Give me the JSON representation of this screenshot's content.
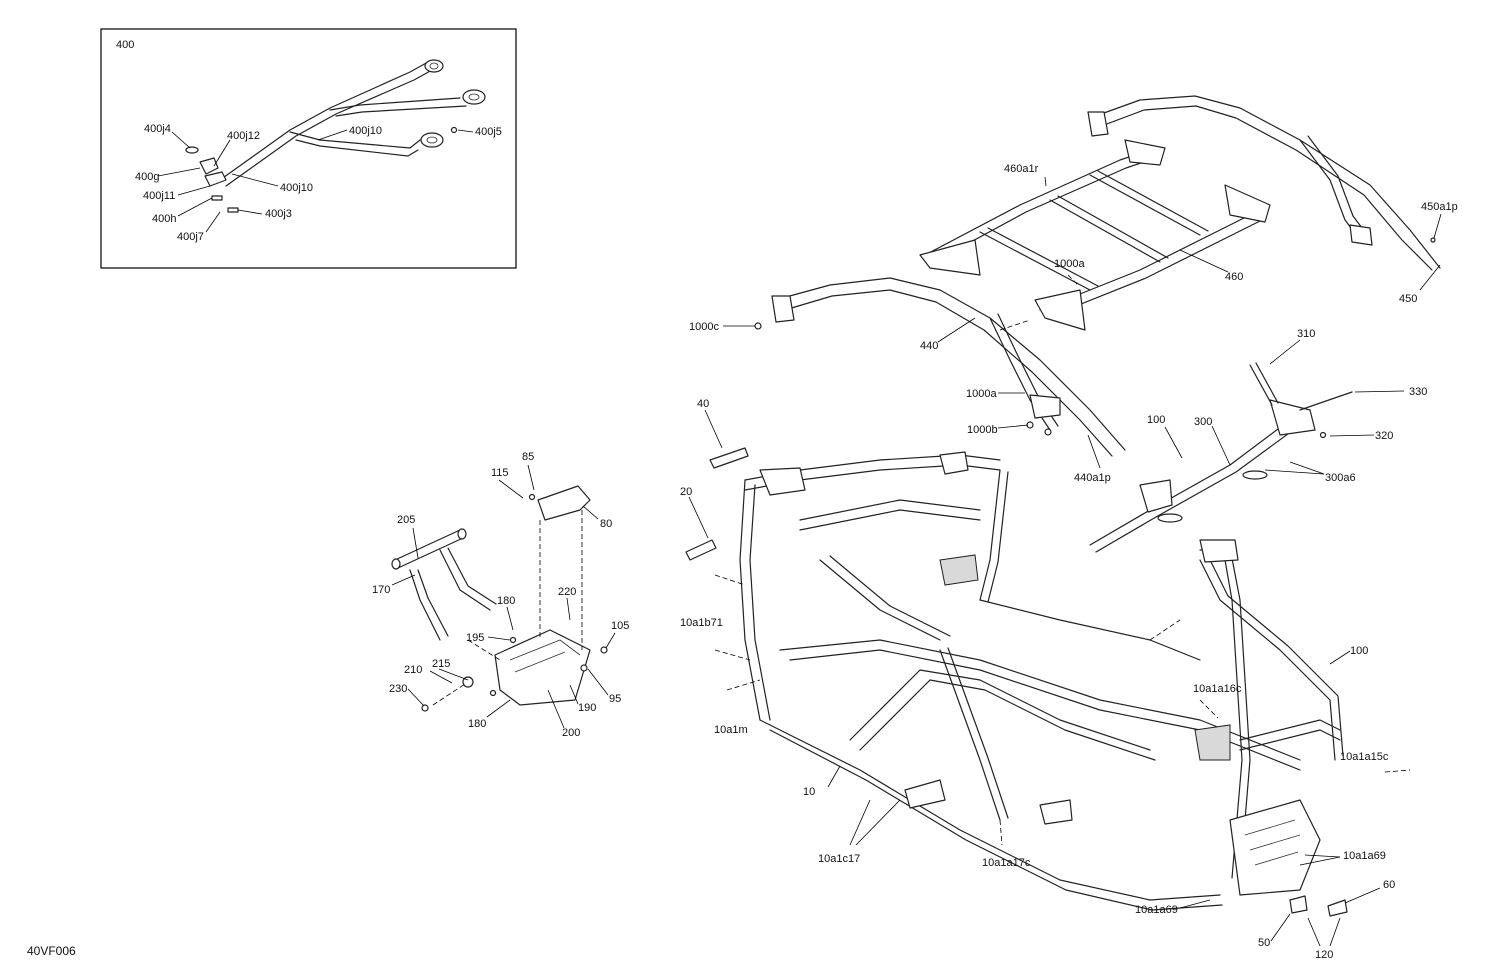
{
  "diagram_code": "40VF006",
  "inset": {
    "label": "400"
  },
  "callouts": {
    "c400j4": "400j4",
    "c400j12": "400j12",
    "c400j10a": "400j10",
    "c400j5": "400j5",
    "c400g": "400g",
    "c400j11": "400j11",
    "c400j10b": "400j10",
    "c400h": "400h",
    "c400j3": "400j3",
    "c400j7": "400j7",
    "c460a1r": "460a1r",
    "c450a1p": "450a1p",
    "c1000a_top": "1000a",
    "c460": "460",
    "c450": "450",
    "c1000c": "1000c",
    "c440": "440",
    "c1000a_mid": "1000a",
    "c1000b": "1000b",
    "c440a1p": "440a1p",
    "c310": "310",
    "c330": "330",
    "c100_top": "100",
    "c300": "300",
    "c320": "320",
    "c300a6": "300a6",
    "c40": "40",
    "c20": "20",
    "c85": "85",
    "c115": "115",
    "c80": "80",
    "c205": "205",
    "c170": "170",
    "c180_top": "180",
    "c220": "220",
    "c105": "105",
    "c195": "195",
    "c210": "210",
    "c215": "215",
    "c230": "230",
    "c95": "95",
    "c190": "190",
    "c180_bot": "180",
    "c200": "200",
    "c10a1b71": "10a1b71",
    "c10a1m": "10a1m",
    "c10": "10",
    "c10a1c17": "10a1c17",
    "c10a1a17c": "10a1a17c",
    "c10a1a16c": "10a1a16c",
    "c100_right": "100",
    "c10a1a15c": "10a1a15c",
    "c10a1a69_r": "10a1a69",
    "c10a1a69_l": "10a1a69",
    "c60": "60",
    "c50": "50",
    "c120": "120"
  }
}
